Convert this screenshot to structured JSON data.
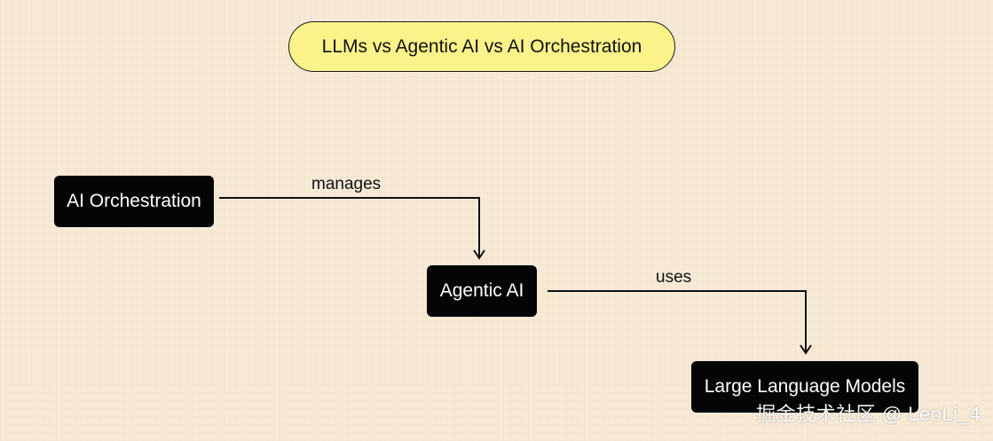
{
  "title": "LLMs vs Agentic AI vs AI Orchestration",
  "nodes": {
    "orchestration": "AI Orchestration",
    "agentic": "Agentic AI",
    "llm": "Large Language Models"
  },
  "edges": {
    "manages": "manages",
    "uses": "uses"
  },
  "watermark": "掘金技术社区 @ LeoLi_4",
  "colors": {
    "background": "#f6ead6",
    "title_fill": "#fbf38a",
    "node_fill": "#050505",
    "node_text": "#ffffff",
    "line": "#111111"
  }
}
